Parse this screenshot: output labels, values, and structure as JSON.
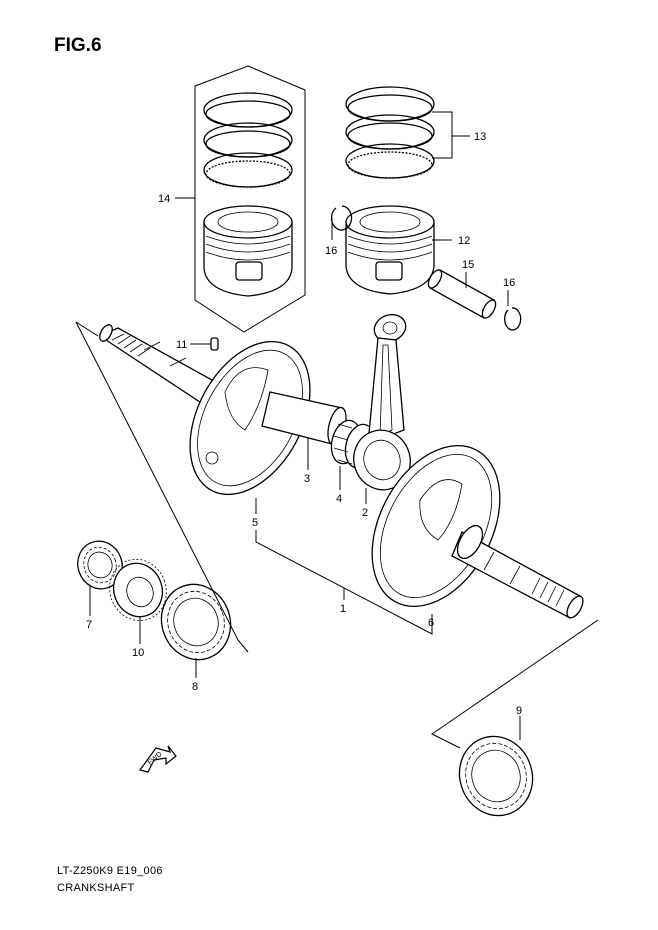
{
  "figure": {
    "title": "FIG.6",
    "code": "LT-Z250K9 E19_006",
    "name": "CRANKSHAFT"
  },
  "callouts": [
    {
      "id": "c1",
      "label": "1"
    },
    {
      "id": "c2",
      "label": "2"
    },
    {
      "id": "c3",
      "label": "3"
    },
    {
      "id": "c4",
      "label": "4"
    },
    {
      "id": "c5",
      "label": "5"
    },
    {
      "id": "c6",
      "label": "6"
    },
    {
      "id": "c7",
      "label": "7"
    },
    {
      "id": "c8",
      "label": "8"
    },
    {
      "id": "c9",
      "label": "9"
    },
    {
      "id": "c10",
      "label": "10"
    },
    {
      "id": "c11",
      "label": "11"
    },
    {
      "id": "c12",
      "label": "12"
    },
    {
      "id": "c13",
      "label": "13"
    },
    {
      "id": "c14",
      "label": "14"
    },
    {
      "id": "c15",
      "label": "15"
    },
    {
      "id": "c16a",
      "label": "16"
    },
    {
      "id": "c16b",
      "label": "16"
    }
  ],
  "fwd_marker": "FWD",
  "colors": {
    "line": "#000000",
    "ring_highlight": "#e8b400",
    "background": "#ffffff"
  }
}
